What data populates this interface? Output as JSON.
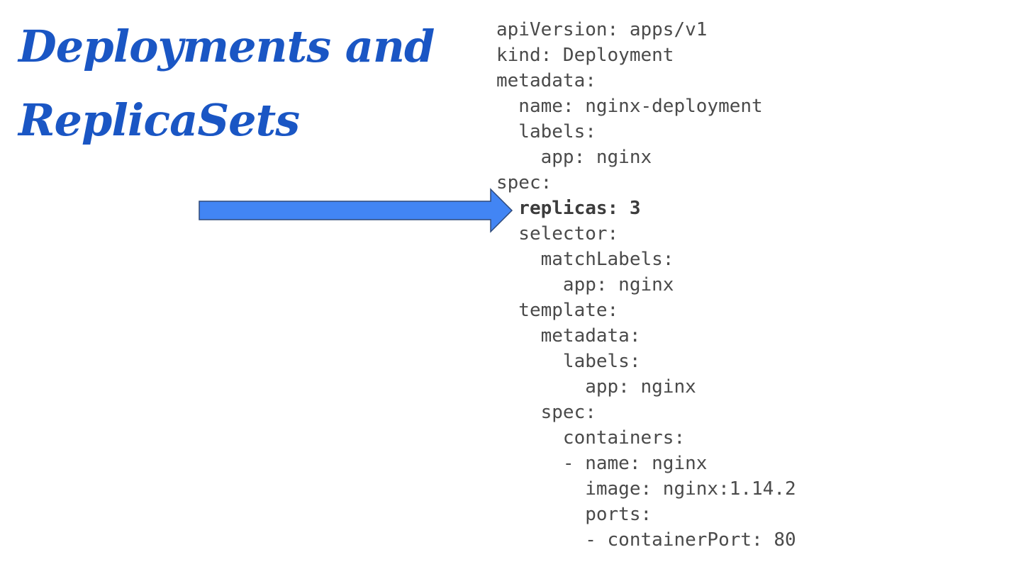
{
  "slide": {
    "title_lines": [
      "Deployments and",
      "ReplicaSets"
    ],
    "accent_color": "#1a56c4",
    "arrow_color": "#4285f4",
    "code_lines": [
      "apiVersion: apps/v1",
      "kind: Deployment",
      "metadata:",
      "  name: nginx-deployment",
      "  labels:",
      "    app: nginx",
      "spec:",
      "  replicas: 3",
      "  selector:",
      "    matchLabels:",
      "      app: nginx",
      "  template:",
      "    metadata:",
      "      labels:",
      "        app: nginx",
      "    spec:",
      "      containers:",
      "      - name: nginx",
      "        image: nginx:1.14.2",
      "        ports:",
      "        - containerPort: 80"
    ],
    "highlighted_line": "  replicas: 3"
  }
}
